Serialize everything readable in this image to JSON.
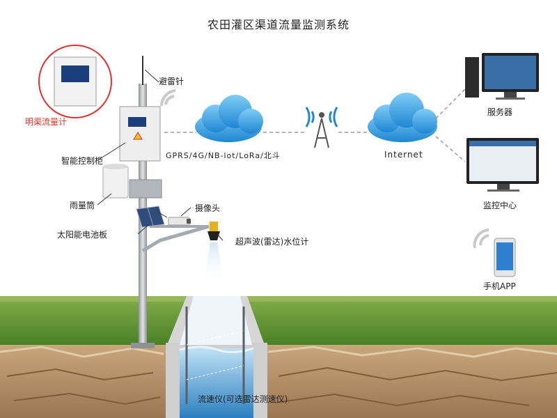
{
  "title": "农田灌区渠道流量监测系统",
  "labels": {
    "lightning_rod": "避雷针",
    "open_channel_flowmeter": "明渠流量计",
    "smart_cabinet": "智能控制柜",
    "comm_protocols": "GPRS/4G/NB-lot/LoRa/北斗",
    "internet": "Internet",
    "server": "服务器",
    "monitor_center": "监控中心",
    "rain_gauge": "雨量筒",
    "camera": "摄像头",
    "solar_panel": "太阳能电池板",
    "radar_level": "超声波(雷达)水位计",
    "mobile_app": "手机APP",
    "velocity_meter": "流速仪(可选雷达测速仪)"
  },
  "colors": {
    "sky_blue": "#3aa3e3",
    "grass": "#4f8a2a",
    "soil": "#b8936a",
    "water": "#4fa3d8",
    "pole": "#b9bcc0",
    "red_accent": "#e0322c"
  }
}
